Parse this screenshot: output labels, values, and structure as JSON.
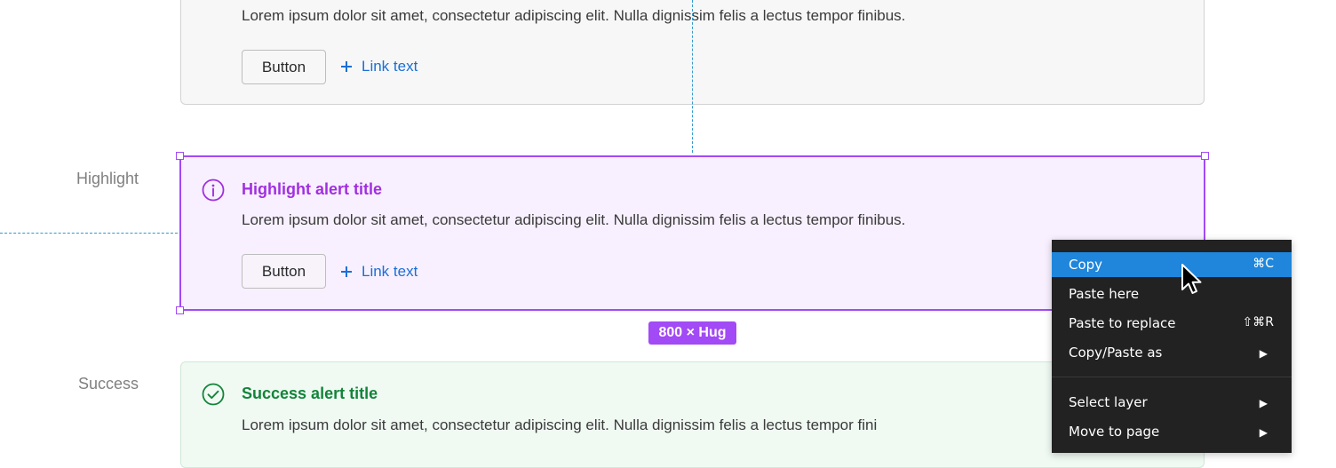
{
  "guides": {
    "accent": "#2e9ad0"
  },
  "rows": {
    "default": {
      "body": "Lorem ipsum dolor sit amet, consectetur adipiscing elit. Nulla dignissim felis a lectus tempor finibus.",
      "button": "Button",
      "link": "Link text"
    },
    "highlight": {
      "label": "Highlight",
      "title": "Highlight alert title",
      "body": "Lorem ipsum dolor sit amet, consectetur adipiscing elit. Nulla dignissim felis a lectus tempor finibus.",
      "button": "Button",
      "link": "Link text",
      "icon": "info-icon",
      "color": "#a12fe0"
    },
    "success": {
      "label": "Success",
      "title": "Success alert title",
      "body": "Lorem ipsum dolor sit amet, consectetur adipiscing elit. Nulla dignissim felis a lectus tempor fini",
      "icon": "check-circle-icon",
      "color": "#13843a"
    }
  },
  "selection": {
    "size_label": "800 × Hug",
    "color": "#a24af5"
  },
  "context_menu": {
    "items": [
      {
        "label": "Copy",
        "shortcut": "⌘C",
        "active": true
      },
      {
        "label": "Paste here",
        "shortcut": ""
      },
      {
        "label": "Paste to replace",
        "shortcut": "⇧⌘R"
      },
      {
        "label": "Copy/Paste as",
        "submenu": true
      },
      {
        "label": "Select layer",
        "submenu": true
      },
      {
        "label": "Move to page",
        "submenu": true
      }
    ],
    "submenu_arrow": "▶",
    "active_color": "#1f86db"
  }
}
